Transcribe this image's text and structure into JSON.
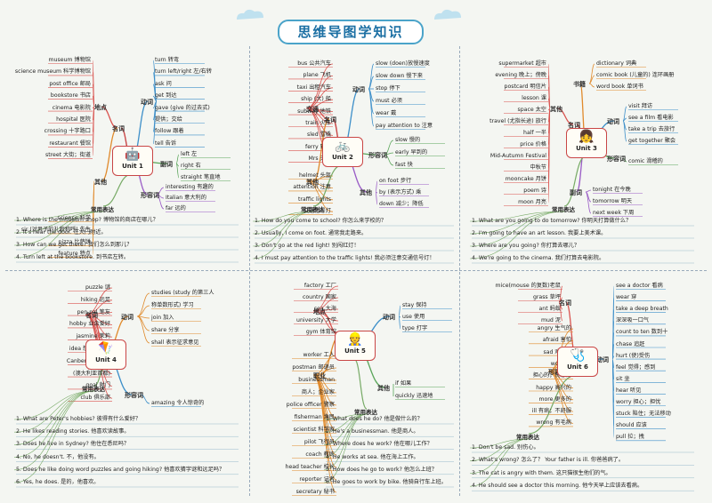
{
  "page_title": "思维导图学知识",
  "units": [
    {
      "id": "u1",
      "label": "Unit 1",
      "icon": "robot-icon",
      "cats": {
        "noun": "名词",
        "place": "地点",
        "other": "其他",
        "verb": "动词",
        "adv": "副词",
        "adj": "形容词",
        "exp": "常用表达"
      },
      "place": [
        "museum 博物馆",
        "science museum 科学博物馆",
        "post office 邮局",
        "bookstore 书店",
        "cinema 电影院",
        "hospital 医院",
        "crossing 十字路口",
        "restaurant 餐馆",
        "street 大街；街道"
      ],
      "other": [
        "science 科学",
        "sir (对男子的礼貌称呼) 先生",
        "pizza 比萨饼",
        "feature 特点"
      ],
      "verb": [
        "turn 转弯",
        "turn left/right 左/右转",
        "ask 问",
        "get 到达",
        "gave (give 的过去式)",
        "提供；交给",
        "follow 跟着",
        "tell 告诉"
      ],
      "adv": [
        "left 左",
        "right 右",
        "straight 笔直地"
      ],
      "adj": [
        "interesting 有趣的",
        "Italian 意大利的",
        "far 远的"
      ],
      "sentences": [
        "1. Where is the museum shop? 博物馆的商店在哪儿？",
        "2. It's near the door. 在大门附近。",
        "3. How can we get there? 我们怎么到那儿？",
        "4. Turn left at the bookstore. 到书店左转。"
      ]
    },
    {
      "id": "u2",
      "label": "Unit 2",
      "icon": "bicycle-icon",
      "cats": {
        "noun": "名词",
        "traffic": "交通",
        "tool": "工具",
        "other": "其他",
        "verb": "动词",
        "adj": "形容词",
        "other2": "其他",
        "exp": "常用表达"
      },
      "traffic": [
        "bus 公共汽车",
        "plane 飞机",
        "taxi 出租汽车",
        "ship (大) 船",
        "subway 地铁",
        "train 火车",
        "sled 雪橇",
        "ferry 轮渡",
        "Mrs 夫人"
      ],
      "other": [
        "helmet 头盔",
        "attention 注意",
        "traffic lights",
        "交通信号灯"
      ],
      "verb": [
        "slow (doen)放慢速度",
        "slow down 慢下来",
        "stop 停下",
        "must 必须",
        "wear 戴",
        "pay attention to 注意"
      ],
      "adj": [
        "slow 慢的",
        "early 早到的",
        "fast 快"
      ],
      "other2": [
        "on foot 步行",
        "by (表示方式) 乘",
        "down 减少；降低"
      ],
      "sentences": [
        "1. How do you come to school? 你怎么来学校的？",
        "2. Usually, I come on foot. 通常我走路来。",
        "3. Don't go at the red light! 别闯红灯！",
        "4. I must pay attention to the traffic lights! 我必须注意交通信号灯！"
      ]
    },
    {
      "id": "u3",
      "label": "Unit 3",
      "icon": "children-icon",
      "cats": {
        "noun": "名词",
        "place": "地点",
        "other": "其他",
        "book": "书籍",
        "verb": "动词",
        "adj": "形容词",
        "adv": "副词",
        "exp": "常用表达"
      },
      "place": [
        "supermarket 超市",
        "evening 晚上；傍晚",
        "postcard 明信片",
        "lesson 课",
        "space 太空",
        "travel (尤指长途) 旅行",
        "half 一半",
        "price 价格",
        "Mid-Autumn Festival",
        "中秋节",
        "mooncake 月饼",
        "poem 诗",
        "moon 月亮"
      ],
      "book": [
        "dictionary 词典",
        "comic book (儿童的) 连环画册",
        "word book 单词书"
      ],
      "verb": [
        "visit 拜访",
        "see a film 看电影",
        "take a trip 去旅行",
        "get together 聚会"
      ],
      "adj": [
        "comic 滑稽的"
      ],
      "adv": [
        "tonight 在今晚",
        "tomorrow 明天",
        "next week 下周"
      ],
      "sentences": [
        "1. What are you going to do tomorrow? 你明天打算做什么？",
        "2. I'm going to have an art lesson. 我要上美术课。",
        "3. Where are you going? 你打算去哪儿？",
        "4. We're going to the cinema. 我们打算去电影院。"
      ]
    },
    {
      "id": "u4",
      "label": "Unit 4",
      "icon": "kite-icon",
      "cats": {
        "noun": "名词",
        "verb": "动词",
        "adj": "形容词",
        "exp": "常用表达"
      },
      "noun": [
        "puzzle 谜",
        "hiking 远足",
        "pen pal 笔友",
        "hobby 业余爱好",
        "jasmine 茉莉",
        "idea 想法；主意",
        "Canberra 堪培拉",
        "(澳大利亚首都)",
        "goal 射门",
        "club 俱乐部"
      ],
      "verb": [
        "studies (study 的第三人",
        "称单数形式) 学习",
        "join 加入",
        "share 分享",
        "shall 表示征求意见"
      ],
      "adj": [
        "amazing 令人惊奇的"
      ],
      "sentences": [
        "1. What are Peter's hobbies? 彼得有什么爱好？",
        "2. He likes reading stories. 他喜欢读故事。",
        "3. Does he live in Sydney? 他住在悉尼吗？",
        "4. No, he doesn't. 不，他没有。",
        "5. Does he like doing word puzzles and going hiking? 他喜欢猜字谜和远足吗？",
        "6. Yes, he does. 是的，他喜欢。"
      ]
    },
    {
      "id": "u5",
      "label": "Unit 5",
      "icon": "workers-icon",
      "cats": {
        "noun": "名词",
        "place": "地点",
        "job": "职业",
        "verb": "动词",
        "other": "其他",
        "exp": "常用表达"
      },
      "place": [
        "factory 工厂",
        "country 国家",
        "sea 大海",
        "university 大学",
        "gym 体育馆"
      ],
      "job": [
        "worker 工人",
        "postman 邮递员",
        "businessman",
        "商人；企业家",
        "police officer 警察",
        "fisherman 渔民",
        "scientist 科学家",
        "pilot 飞行员",
        "coach 教练",
        "head teacher 校长",
        "reporter 记者",
        "secretary 秘书"
      ],
      "verb": [
        "stay 保持",
        "use 使用",
        "type 打字"
      ],
      "other": [
        "if 如果",
        "quickly 迅速地"
      ],
      "sentences": [
        "1. What does he do? 他是做什么的？",
        "2. He's a businessman. 他是商人。",
        "3. Where does he work? 他在哪儿工作？",
        "4. He works at sea. 他在海上工作。",
        "5. How does he go to work? 他怎么上班？",
        "6. He goes to work by bike. 他骑自行车上班。"
      ]
    },
    {
      "id": "u6",
      "label": "Unit 6",
      "icon": "doctor-icon",
      "cats": {
        "noun": "名词",
        "adj": "形容词",
        "verb": "动词",
        "exp": "常用表达"
      },
      "noun": [
        "mice(mouse 的复数)老鼠",
        "grass 草坪",
        "ant 蚂蚁",
        "mud 泥"
      ],
      "adj": [
        "angry 生气的",
        "afraid 害怕",
        "sad 难过的",
        "worried",
        "担心的；忧愁的",
        "happy 高兴的",
        "more 更多的",
        "ill 有病；不舒服",
        "wrong 有毛病"
      ],
      "verb": [
        "see a doctor 看病",
        "wear 穿",
        "take a deep breath",
        "深深吸一口气",
        "count to ten 数到十",
        "chase 追赶",
        "hurt (使)受伤",
        "feel 觉得；感到",
        "sit 坐",
        "hear 听见",
        "worry 担心；担忧",
        "stuck 陷住；无法移动",
        "should 应该",
        "pull 拉；拽"
      ],
      "sentences": [
        "1. Don't be sad. 别伤心。",
        "2. What's wrong? 怎么了？ Your father is ill. 你爸爸病了。",
        "3. The cat is angry with them. 这只猫很生他们的气。",
        "4. He should see a doctor this morning. 他今天早上应该去看病。"
      ]
    }
  ]
}
